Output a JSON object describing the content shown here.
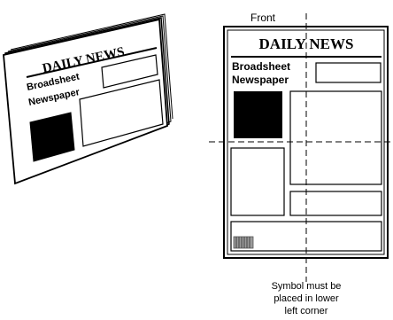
{
  "left_paper": {
    "masthead": "DAILY NEWS",
    "heading_line1": "Broadsheet",
    "heading_line2": "Newspaper"
  },
  "right_paper": {
    "front_label": "Front",
    "masthead": "DAILY NEWS",
    "heading_line1": "Broadsheet",
    "heading_line2": "Newspaper"
  },
  "caption": {
    "line1": "Symbol must be",
    "line2": "placed in lower",
    "line3": "left corner"
  }
}
